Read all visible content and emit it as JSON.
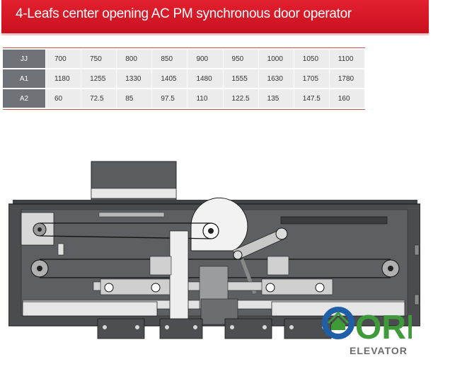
{
  "banner": {
    "title": "4-Leafs center opening AC PM synchronous door operator"
  },
  "spec_table": {
    "rows": [
      {
        "label": "JJ",
        "values": [
          "700",
          "750",
          "800",
          "850",
          "900",
          "950",
          "1000",
          "1050",
          "1100"
        ]
      },
      {
        "label": "A1",
        "values": [
          "1180",
          "1255",
          "1330",
          "1405",
          "1480",
          "1555",
          "1630",
          "1705",
          "1780"
        ]
      },
      {
        "label": "A2",
        "values": [
          "60",
          "72.5",
          "85",
          "97.5",
          "110",
          "122.5",
          "135",
          "147.5",
          "160"
        ]
      }
    ]
  },
  "logo": {
    "mark": "ORB",
    "subtitle": "ELEVATOR"
  },
  "colors": {
    "banner_red": "#d6192a",
    "logo_blue": "#1f5fa8",
    "logo_green": "#3f9a3a",
    "logo_grey": "#6b6b6b"
  }
}
